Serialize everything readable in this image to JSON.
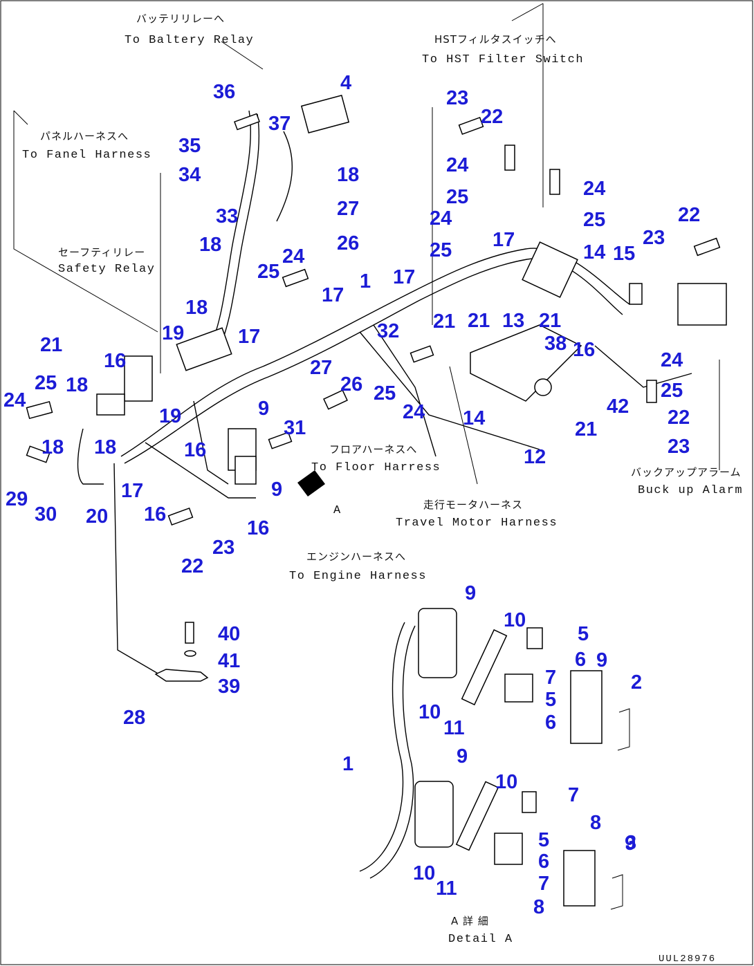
{
  "figure_id": "UUL28976",
  "labels": {
    "battery_relay_ja": "バッテリリレーへ",
    "battery_relay_en": "To Baltery Relay",
    "panel_harness_ja": "パネルハーネスへ",
    "panel_harness_en": "To Fanel Harness",
    "safety_relay_ja": "セーフティリレー",
    "safety_relay_en": "Safety Relay",
    "hst_switch_ja": "HSTフィルタスイッチへ",
    "hst_switch_en": "To HST Filter Switch",
    "floor_harness_ja": "フロアハーネスへ",
    "floor_harness_en": "To Floor Harress",
    "engine_harness_ja": "エンジンハーネスへ",
    "engine_harness_en": "To Engine Harness",
    "travel_motor_ja": "走行モータハーネス",
    "travel_motor_en": "Travel Motor Harness",
    "backup_alarm_ja": "バックアップアラーム",
    "backup_alarm_en": "Buck up Alarm",
    "view_a": "A",
    "detail_ja": "A 詳 細",
    "detail_en": "Detail A"
  },
  "callouts": [
    "36",
    "4",
    "37",
    "35",
    "34",
    "18",
    "33",
    "27",
    "18",
    "26",
    "25",
    "24",
    "18",
    "19",
    "17",
    "21",
    "16",
    "25",
    "24",
    "18",
    "18",
    "18",
    "29",
    "30",
    "20",
    "17",
    "16",
    "19",
    "16",
    "9",
    "27",
    "26",
    "31",
    "9",
    "16",
    "23",
    "22",
    "25",
    "24",
    "17",
    "1",
    "17",
    "32",
    "21",
    "23",
    "22",
    "24",
    "25",
    "24",
    "17",
    "25",
    "21",
    "13",
    "21",
    "38",
    "14",
    "24",
    "25",
    "14",
    "15",
    "16",
    "23",
    "22",
    "24",
    "25",
    "42",
    "22",
    "21",
    "23",
    "12",
    "40",
    "41",
    "39",
    "28",
    "9",
    "10",
    "5",
    "6",
    "9",
    "2",
    "7",
    "5",
    "10",
    "11",
    "6",
    "1",
    "9",
    "10",
    "7",
    "8",
    "9",
    "3",
    "5",
    "6",
    "7",
    "10",
    "11",
    "8"
  ]
}
